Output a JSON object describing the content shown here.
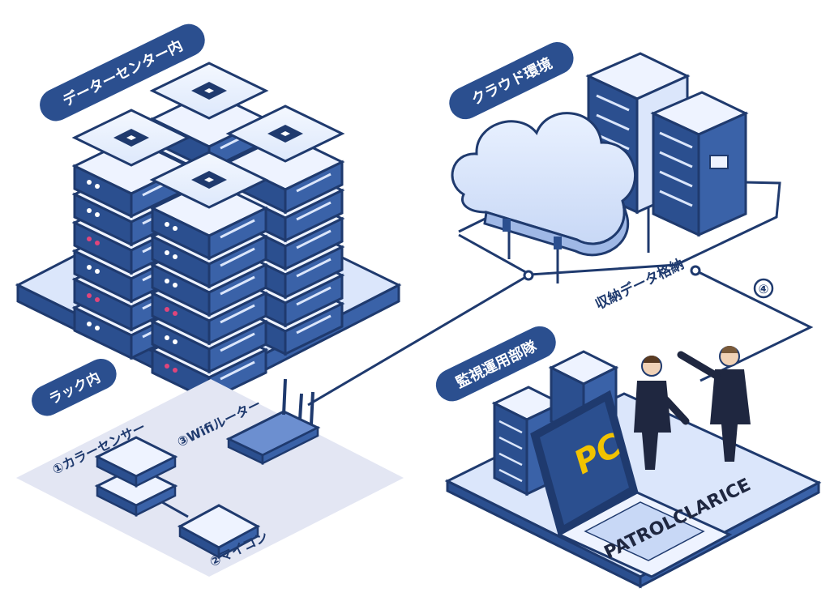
{
  "zones": {
    "datacenter": {
      "label": "データーセンター内"
    },
    "cloud": {
      "label": "クラウド環境"
    },
    "rack": {
      "label": "ラック内"
    },
    "monitoring": {
      "label": "監視運用部隊"
    }
  },
  "components": {
    "color_sensor": "①カラーセンサー",
    "microcontroller": "②マイコン",
    "wifi_router": "③Wifiルーター",
    "storage_step": "④",
    "storage_label": "収納データ格納"
  },
  "brand": {
    "logo_letters": "PC",
    "wordmark": "PATROLCLARICE"
  },
  "colors": {
    "navy": "#1f3a6e",
    "pill": "#2b4f8f",
    "light_blue": "#dbe6fb",
    "rack_floor": "#e3e6f3",
    "accent_yellow": "#f2c300",
    "accent_pink": "#e0457b"
  }
}
